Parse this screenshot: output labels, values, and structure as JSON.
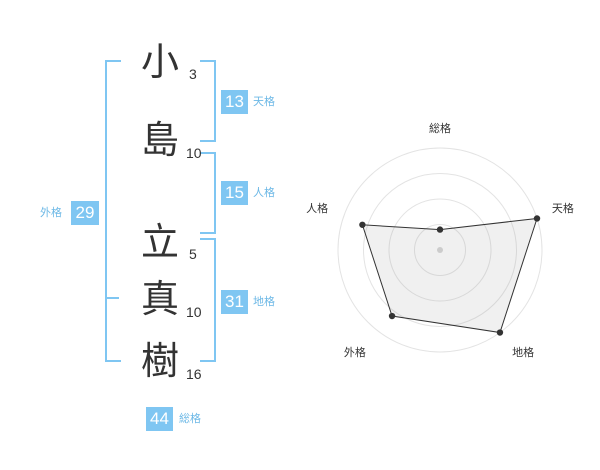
{
  "name": {
    "chars": [
      {
        "char": "小",
        "strokes": "3"
      },
      {
        "char": "島",
        "strokes": "10"
      },
      {
        "char": "立",
        "strokes": "5"
      },
      {
        "char": "真",
        "strokes": "10"
      },
      {
        "char": "樹",
        "strokes": "16"
      }
    ]
  },
  "fortune": {
    "tenkaku": {
      "value": "13",
      "label": "天格"
    },
    "jinkaku": {
      "value": "15",
      "label": "人格"
    },
    "chikaku": {
      "value": "31",
      "label": "地格"
    },
    "gaikaku": {
      "value": "29",
      "label": "外格"
    },
    "soukaku": {
      "value": "44",
      "label": "総格"
    }
  },
  "colors": {
    "accent": "#7fc6f2",
    "accent_text": "#6cb8e6",
    "text": "#333333"
  },
  "chart_data": {
    "type": "radar",
    "axes": [
      "総格",
      "天格",
      "地格",
      "外格",
      "人格"
    ],
    "values": [
      0.2,
      1.0,
      1.0,
      0.8,
      0.8
    ],
    "rmax": 1.0,
    "rings": 4
  }
}
